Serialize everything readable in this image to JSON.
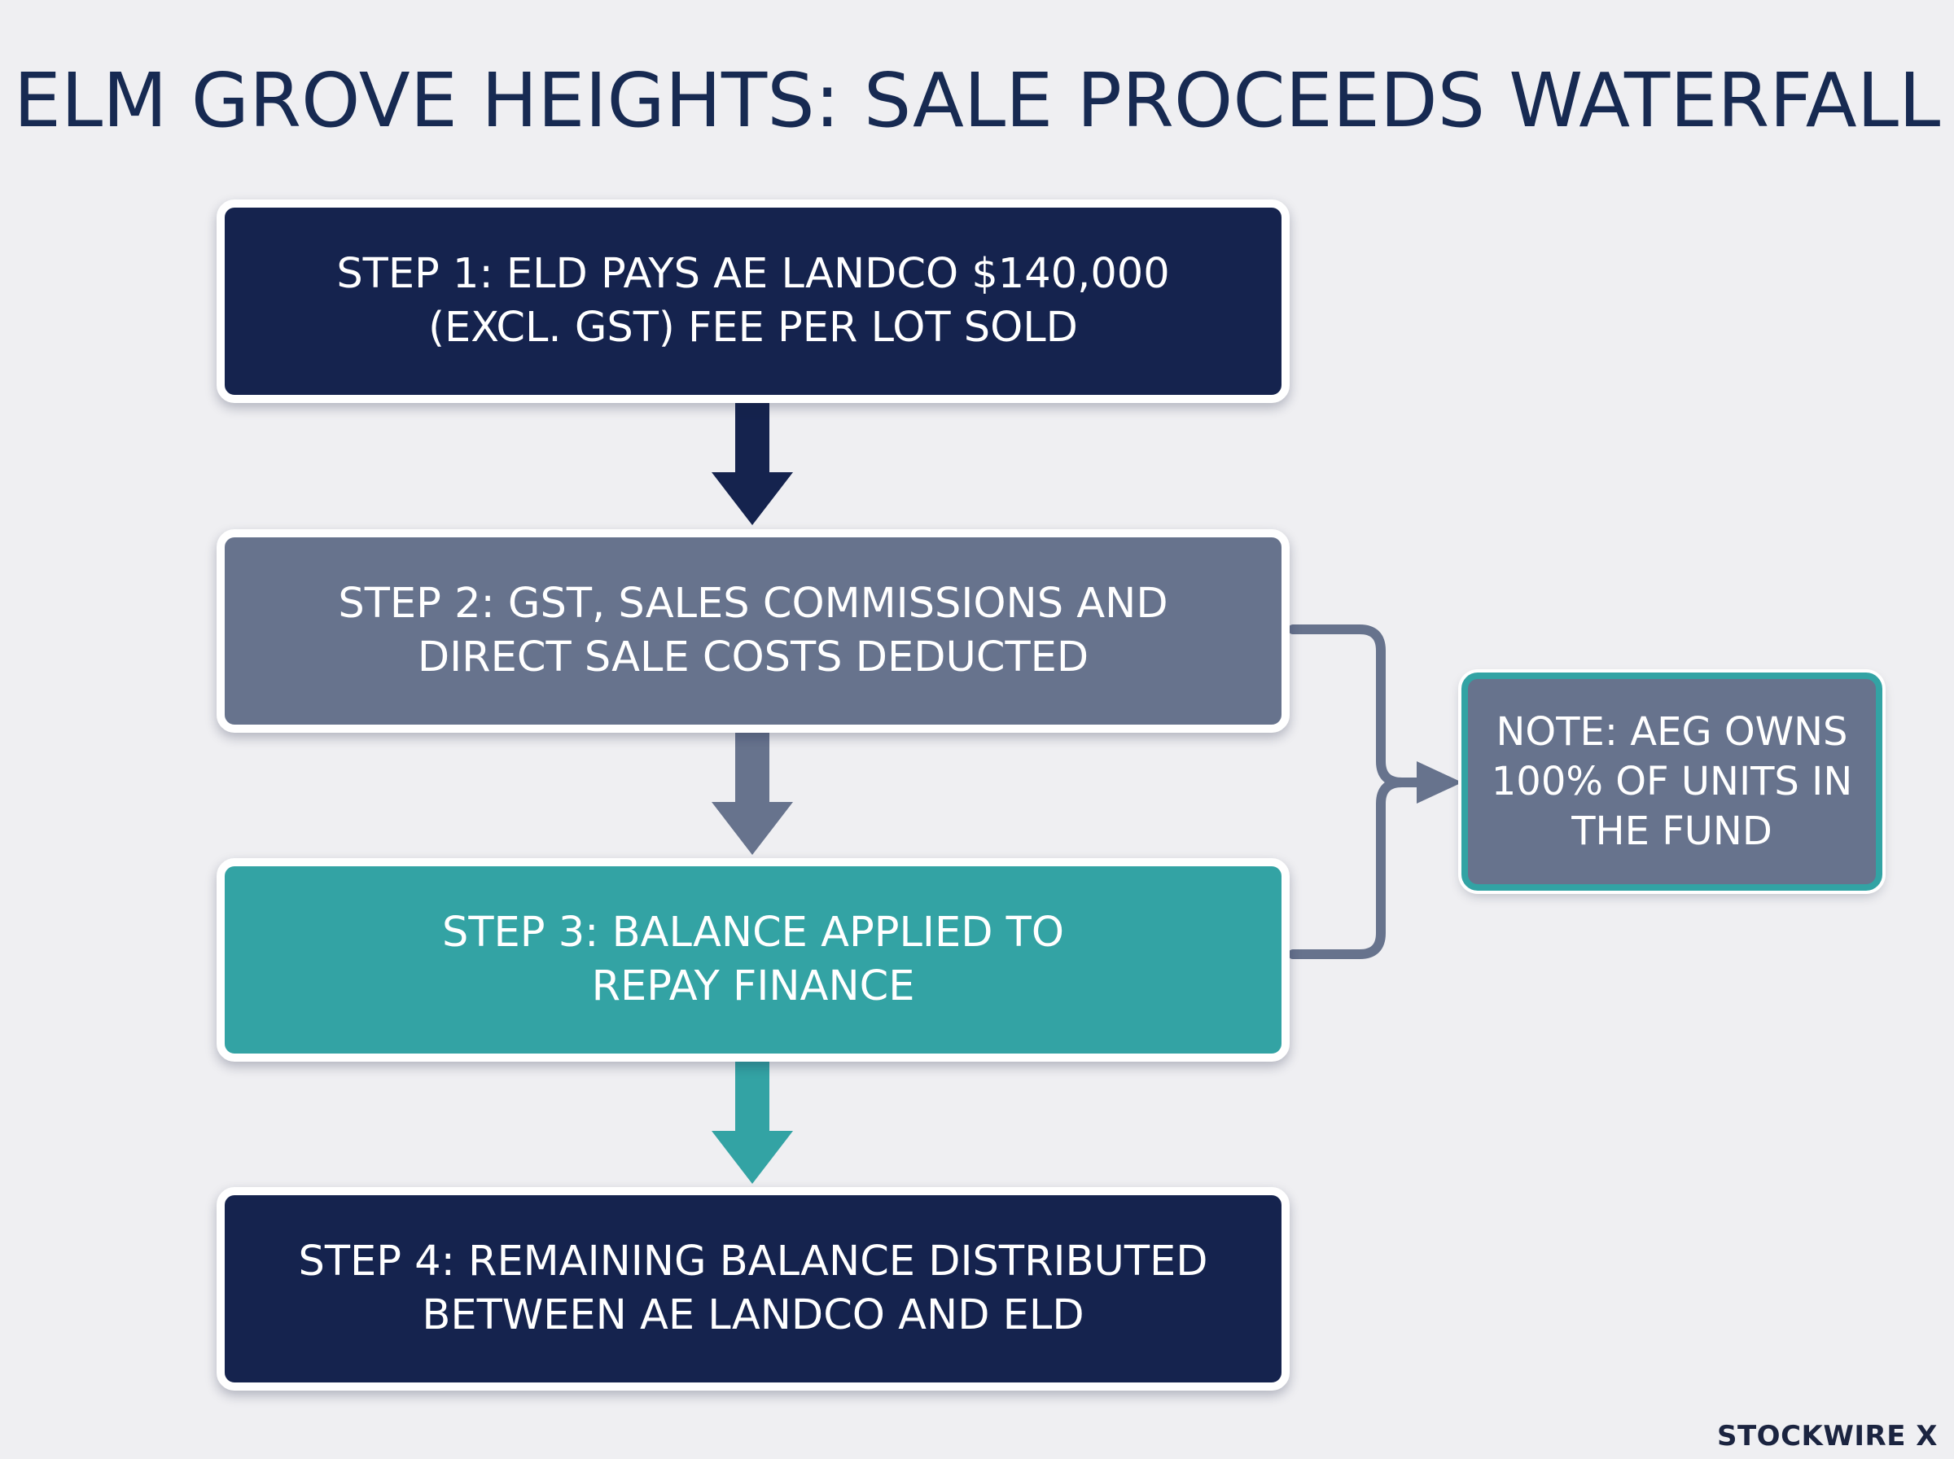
{
  "title": "ELM GROVE HEIGHTS: SALE PROCEEDS WATERFALL",
  "steps": [
    {
      "line1": "STEP 1: ELD PAYS AE LANDCO $140,000",
      "line2": "(EXCL. GST) FEE PER LOT SOLD",
      "color": "#15234e"
    },
    {
      "line1": "STEP 2: GST, SALES COMMISSIONS AND",
      "line2": "DIRECT SALE COSTS DEDUCTED",
      "color": "#67738d"
    },
    {
      "line1": "STEP 3: BALANCE APPLIED TO",
      "line2": "REPAY FINANCE",
      "color": "#33a3a4"
    },
    {
      "line1": "STEP 4: REMAINING BALANCE DISTRIBUTED",
      "line2": "BETWEEN AE LANDCO AND ELD",
      "color": "#15234e"
    }
  ],
  "note": {
    "line1": "NOTE: AEG OWNS",
    "line2": "100% OF UNITS",
    "line3": "IN THE FUND",
    "fill": "#67738d",
    "border": "#32a3a4"
  },
  "brand": "STOCKWIRE X"
}
